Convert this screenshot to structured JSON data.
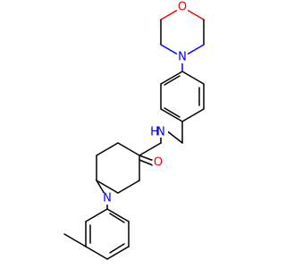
{
  "molecule": {
    "atom_labels": {
      "morpholine_oxygen": "O",
      "morpholine_nitrogen": "N",
      "amide_nitrogen": "N",
      "amide_hydrogen": "H",
      "carbonyl_oxygen": "O",
      "piperidine_nitrogen": "N"
    },
    "colors": {
      "bond": "#000000",
      "oxygen": "#ff0000",
      "nitrogen": "#0000ff"
    }
  }
}
